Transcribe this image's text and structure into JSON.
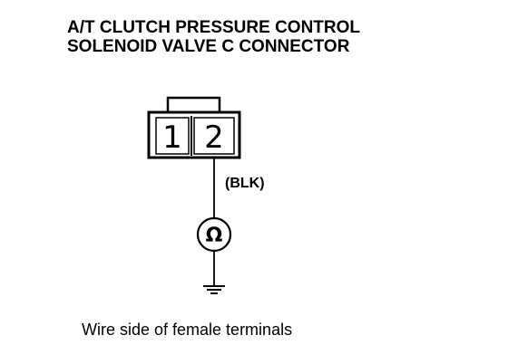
{
  "title": {
    "line1": "A/T CLUTCH PRESSURE CONTROL",
    "line2": "SOLENOID VALVE C CONNECTOR"
  },
  "connector": {
    "pins": [
      "1",
      "2"
    ]
  },
  "wire": {
    "color_code": "(BLK)"
  },
  "meter": {
    "symbol": "Ω"
  },
  "caption": "Wire side of female terminals"
}
